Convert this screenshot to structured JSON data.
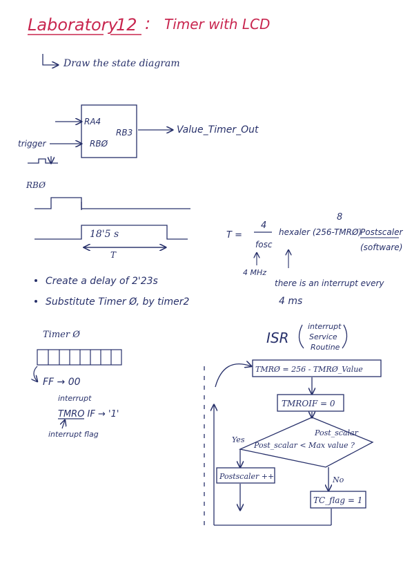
{
  "colors": {
    "title": "#c8264f",
    "ink": "#27306a",
    "paper": "#ffffff"
  },
  "title": {
    "prefix": "Laboratory",
    "number": "12",
    "colon": ":",
    "subject": "Timer with LCD"
  },
  "instruction": "Draw the state diagram",
  "block": {
    "in1": "RA4",
    "in2": "RBØ",
    "out_pin": "RB3",
    "trigger": "trigger",
    "output": "Value_Timer_Out"
  },
  "timing": {
    "signal": "RBØ",
    "duration": "18'5 s",
    "period": "T"
  },
  "formula": {
    "lhs": "T =",
    "num": "4",
    "den": "fosc",
    "exp": "8",
    "rest": "hexaler (256-TMRØ)",
    "postscaler": "Postscaler",
    "postscaler_note": "(software)",
    "freq": "4 MHz",
    "note_line1": "there is an interrupt every",
    "note_line2": "4 ms"
  },
  "bullets": [
    "Create a delay of 2'23s",
    "Substitute Timer Ø, by timer2"
  ],
  "timer0": {
    "label": "Timer Ø",
    "ff": "FF → 00",
    "interrupt": "interrupt",
    "flag": "TMRO IF → '1'",
    "flag_note": "interrupt flag"
  },
  "flow": {
    "isr": "ISR",
    "isr_l1": "interrupt",
    "isr_l2": "Service",
    "isr_l3": "Routine",
    "box1": "TMRØ = 256 - TMRØ_Value",
    "box2": "TMROIF = 0",
    "dec_l1": "Post_scalar",
    "dec_l2": "Post_scalar < Max value ?",
    "yes": "Yes",
    "no": "No",
    "box3": "Postscaler ++",
    "box4": "TC_flag = 1"
  }
}
